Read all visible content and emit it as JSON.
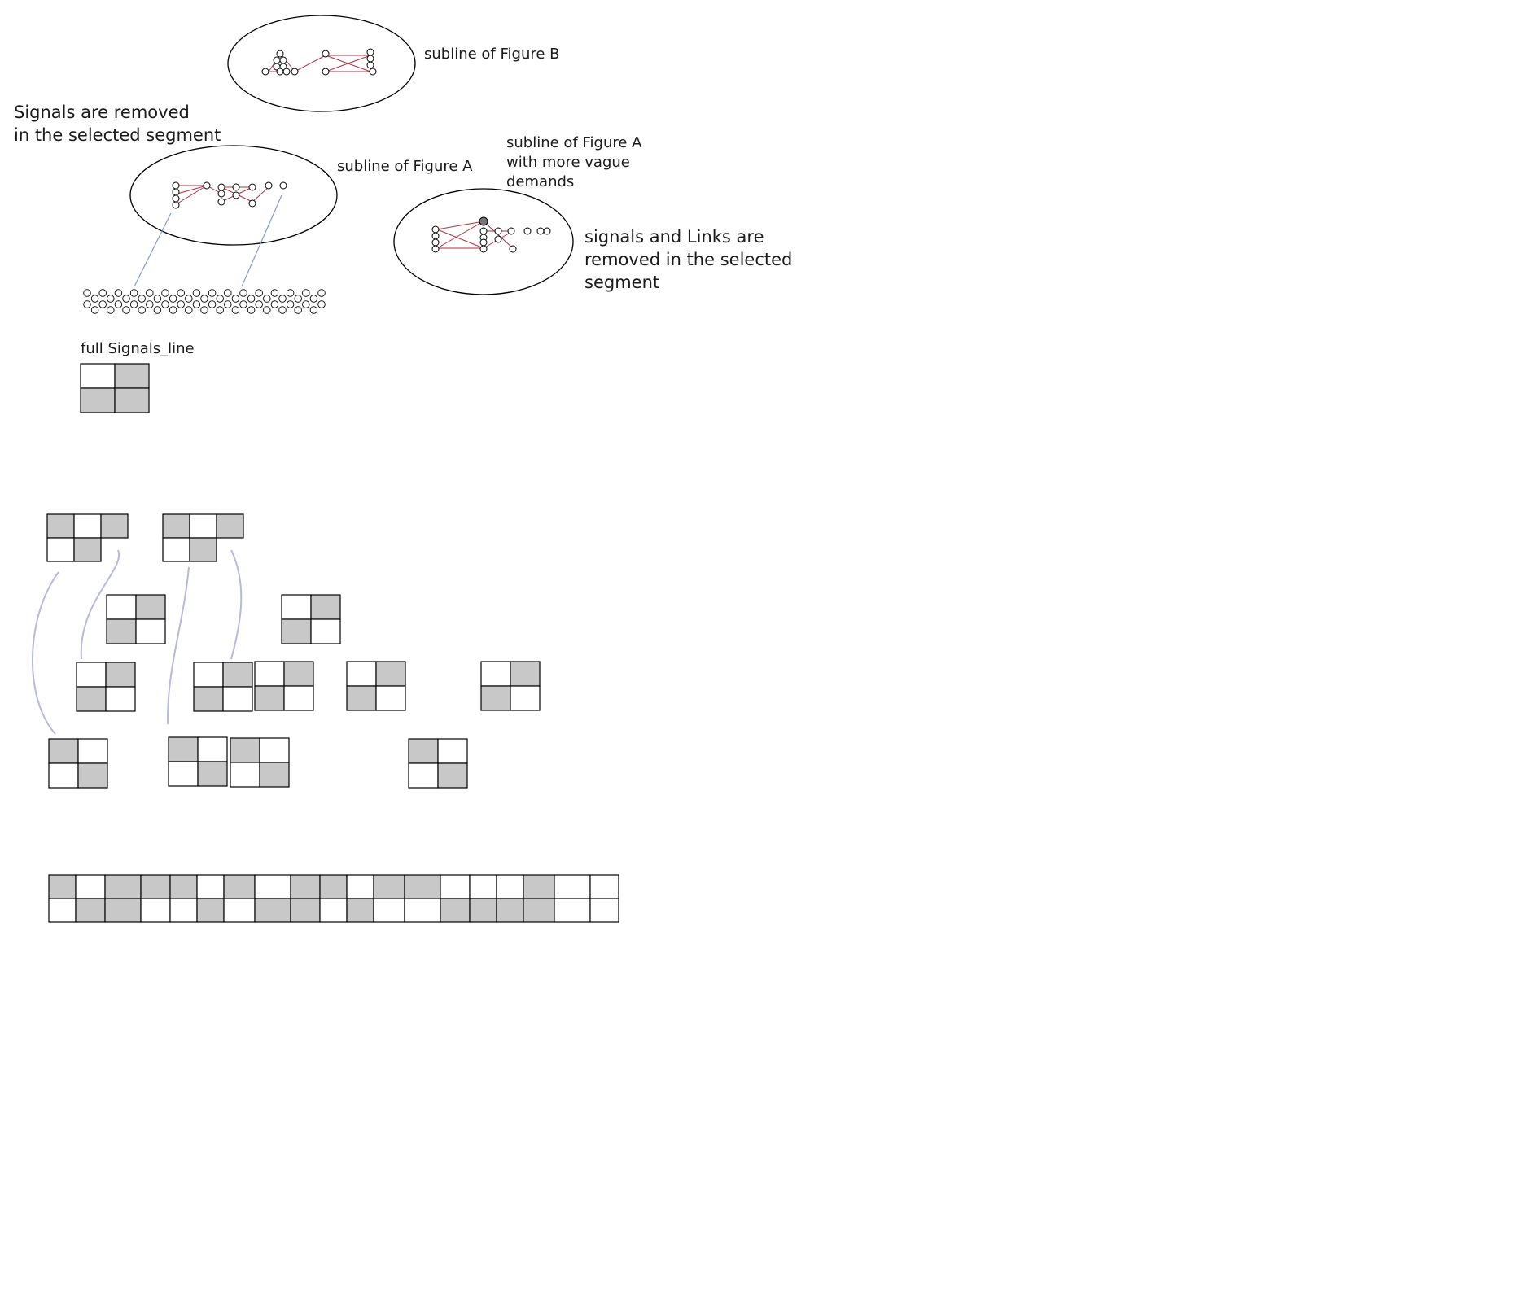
{
  "labels": {
    "subline_b": "subline of Figure B",
    "signals_removed_1": "Signals are removed",
    "signals_removed_2": "in the selected segment",
    "subline_a": "subline of Figure  A",
    "subline_a_vague_1": "subline of Figure A",
    "subline_a_vague_2": "with more vague",
    "subline_a_vague_3": "demands",
    "links_removed_1": "signals and Links are",
    "links_removed_2": "removed in the selected",
    "links_removed_3": "segment",
    "full_signals_line": "full Signals_line"
  },
  "colors": {
    "cell_fill": "#c8c8c8",
    "cell_empty": "#ffffff",
    "outline": "#000000",
    "link_red": "#b03040",
    "connector_blue": "#7a9fd0",
    "connector_lavender": "#b8b8e0"
  },
  "grids": {
    "legend_2x2": [
      [
        0,
        1
      ],
      [
        1,
        1
      ]
    ],
    "pattern_row_top": [
      [
        [
          1,
          0,
          1
        ],
        [
          0,
          1
        ]
      ],
      [
        [
          1,
          0,
          1
        ],
        [
          0,
          1
        ]
      ]
    ],
    "pattern_2x2_a": [
      [
        0,
        1
      ],
      [
        1,
        0
      ]
    ],
    "pattern_2x2_b": [
      [
        1,
        0
      ],
      [
        0,
        1
      ]
    ],
    "full_strip_top": [
      1,
      0,
      1,
      1,
      1,
      0,
      1,
      0,
      1,
      1,
      0,
      1,
      1,
      0,
      0,
      0,
      1,
      0,
      0
    ],
    "full_strip_bottom": [
      0,
      1,
      1,
      0,
      0,
      1,
      0,
      1,
      1,
      0,
      1,
      0,
      0,
      1,
      1,
      1,
      1,
      0,
      0
    ]
  }
}
